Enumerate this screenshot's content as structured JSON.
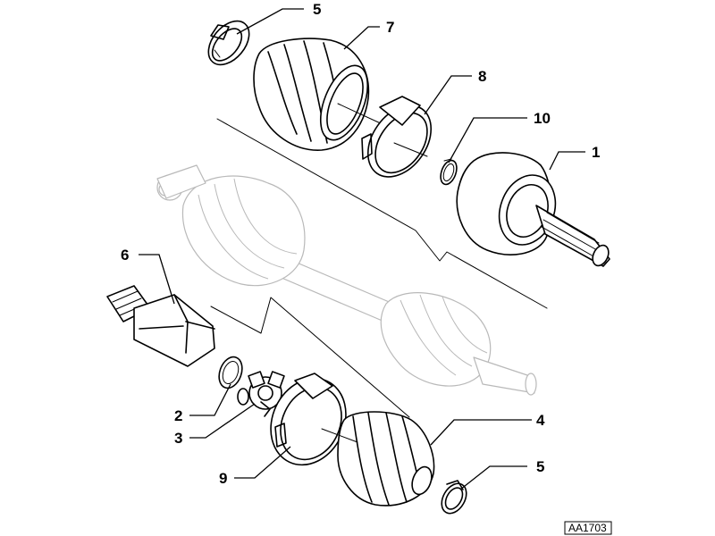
{
  "diagram": {
    "reference_code": "AA1703",
    "callouts": [
      {
        "id": "c5a",
        "label": "5"
      },
      {
        "id": "c7",
        "label": "7"
      },
      {
        "id": "c8",
        "label": "8"
      },
      {
        "id": "c10",
        "label": "10"
      },
      {
        "id": "c1",
        "label": "1"
      },
      {
        "id": "c6",
        "label": "6"
      },
      {
        "id": "c2",
        "label": "2"
      },
      {
        "id": "c3",
        "label": "3"
      },
      {
        "id": "c4",
        "label": "4"
      },
      {
        "id": "c9",
        "label": "9"
      },
      {
        "id": "c5b",
        "label": "5"
      }
    ]
  }
}
